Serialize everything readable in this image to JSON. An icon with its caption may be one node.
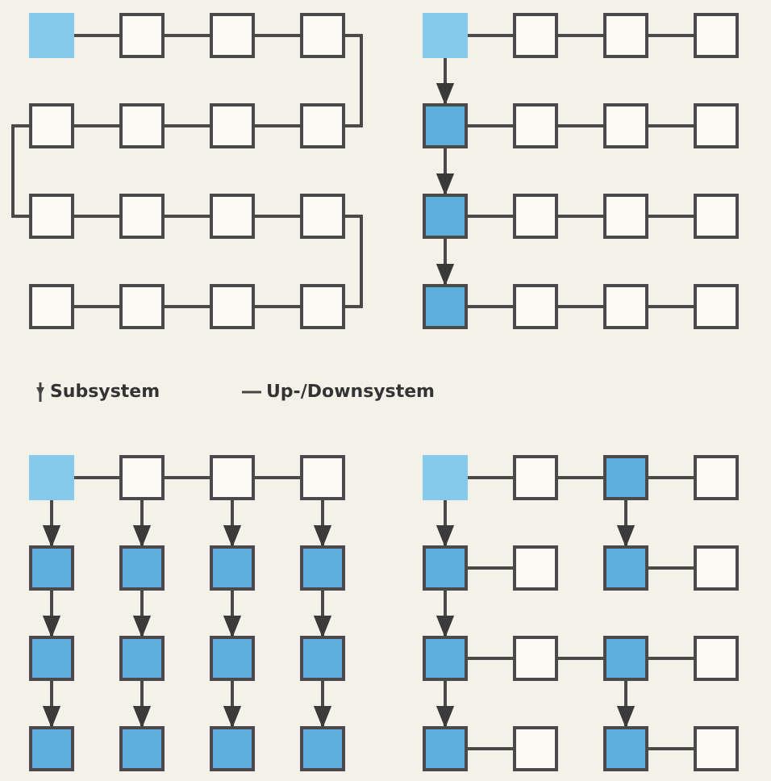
{
  "diagram": {
    "nodes": [
      {
        "text": [],
        "shape": "box"
      },
      {
        "text": [],
        "shape": "box"
      },
      {
        "text": [],
        "shape": "box"
      },
      {
        "text": [],
        "shape": "box"
      },
      {
        "text": [],
        "shape": "box"
      },
      {
        "text": [],
        "shape": "box"
      },
      {
        "text": [],
        "shape": "box"
      },
      {
        "text": [],
        "shape": "box"
      },
      {
        "text": [],
        "shape": "box"
      },
      {
        "text": [],
        "shape": "box"
      },
      {
        "text": [],
        "shape": "box"
      },
      {
        "text": [],
        "shape": "box"
      },
      {
        "text": [],
        "shape": "box"
      },
      {
        "text": [],
        "shape": "box"
      },
      {
        "text": [],
        "shape": "box"
      },
      {
        "text": [],
        "shape": "box"
      },
      {
        "text": [],
        "shape": "box"
      },
      {
        "text": [],
        "shape": "box"
      },
      {
        "text": [],
        "shape": "box"
      },
      {
        "text": [],
        "shape": "box"
      },
      {
        "text": [],
        "shape": "box"
      },
      {
        "text": [],
        "shape": "box"
      },
      {
        "text": [],
        "shape": "box"
      },
      {
        "text": [],
        "shape": "box"
      },
      {
        "text": [],
        "shape": "box"
      },
      {
        "text": [],
        "shape": "box"
      },
      {
        "text": [],
        "shape": "box"
      },
      {
        "text": [],
        "shape": "box"
      },
      {
        "text": [],
        "shape": "box"
      },
      {
        "text": [],
        "shape": "box"
      },
      {
        "text": [],
        "shape": "box"
      },
      {
        "text": [],
        "shape": "box"
      },
      {
        "text": [],
        "shape": "box"
      },
      {
        "text": [],
        "shape": "box"
      },
      {
        "text": [],
        "shape": "box"
      },
      {
        "text": [],
        "shape": "box"
      },
      {
        "text": [],
        "shape": "box"
      },
      {
        "text": [],
        "shape": "box"
      },
      {
        "text": [],
        "shape": "box"
      },
      {
        "text": [],
        "shape": "box"
      },
      {
        "text": [],
        "shape": "box"
      },
      {
        "text": [],
        "shape": "box"
      },
      {
        "text": [],
        "shape": "box"
      },
      {
        "text": [],
        "shape": "box"
      },
      {
        "text": [],
        "shape": "box"
      },
      {
        "text": [],
        "shape": "box"
      },
      {
        "text": [],
        "shape": "box"
      },
      {
        "text": [],
        "shape": "box"
      },
      {
        "text": [],
        "shape": "box"
      },
      {
        "text": [],
        "shape": "box"
      },
      {
        "text": [],
        "shape": "box"
      },
      {
        "text": [],
        "shape": "box"
      },
      {
        "text": [],
        "shape": "box"
      },
      {
        "text": [],
        "shape": "box"
      },
      {
        "text": [],
        "shape": "box"
      },
      {
        "text": [],
        "shape": "box"
      },
      {
        "text": [],
        "shape": "box"
      },
      {
        "text": [],
        "shape": "box"
      },
      {
        "text": [],
        "shape": "box"
      },
      {
        "text": [],
        "shape": "box"
      },
      {
        "text": [],
        "shape": "box"
      },
      {
        "text": [],
        "shape": "box"
      },
      {
        "text": [],
        "shape": "box"
      },
      {
        "text": [],
        "shape": "box"
      }
    ],
    "edges": [
      {
        "from": 0,
        "to": 1,
        "arrow": "none"
      },
      {
        "from": 1,
        "to": 2,
        "arrow": "none"
      },
      {
        "from": 2,
        "to": 3,
        "arrow": "none"
      },
      {
        "from": 3,
        "to": 7,
        "arrow": "none"
      },
      {
        "from": 4,
        "to": 5,
        "arrow": "none"
      },
      {
        "from": 5,
        "to": 6,
        "arrow": "none"
      },
      {
        "from": 6,
        "to": 7,
        "arrow": "none"
      },
      {
        "from": 4,
        "to": 8,
        "arrow": "none"
      },
      {
        "from": 8,
        "to": 9,
        "arrow": "none"
      },
      {
        "from": 9,
        "to": 10,
        "arrow": "none"
      },
      {
        "from": 10,
        "to": 11,
        "arrow": "none"
      },
      {
        "from": 11,
        "to": 15,
        "arrow": "none"
      },
      {
        "from": 12,
        "to": 13,
        "arrow": "none"
      },
      {
        "from": 13,
        "to": 14,
        "arrow": "none"
      },
      {
        "from": 14,
        "to": 15,
        "arrow": "none"
      },
      {
        "from": 16,
        "to": 17,
        "arrow": "none"
      },
      {
        "from": 17,
        "to": 18,
        "arrow": "none"
      },
      {
        "from": 18,
        "to": 19,
        "arrow": "none"
      },
      {
        "from": 16,
        "to": 20,
        "arrow": "to"
      },
      {
        "from": 20,
        "to": 21,
        "arrow": "none"
      },
      {
        "from": 21,
        "to": 22,
        "arrow": "none"
      },
      {
        "from": 22,
        "to": 23,
        "arrow": "none"
      },
      {
        "from": 20,
        "to": 24,
        "arrow": "to"
      },
      {
        "from": 24,
        "to": 25,
        "arrow": "none"
      },
      {
        "from": 25,
        "to": 26,
        "arrow": "none"
      },
      {
        "from": 26,
        "to": 27,
        "arrow": "none"
      },
      {
        "from": 24,
        "to": 28,
        "arrow": "to"
      },
      {
        "from": 28,
        "to": 29,
        "arrow": "none"
      },
      {
        "from": 29,
        "to": 30,
        "arrow": "none"
      },
      {
        "from": 30,
        "to": 31,
        "arrow": "none"
      },
      {
        "from": 32,
        "to": 33,
        "arrow": "none"
      },
      {
        "from": 33,
        "to": 34,
        "arrow": "none"
      },
      {
        "from": 34,
        "to": 35,
        "arrow": "none"
      },
      {
        "from": 32,
        "to": 36,
        "arrow": "to"
      },
      {
        "from": 33,
        "to": 37,
        "arrow": "to"
      },
      {
        "from": 34,
        "to": 38,
        "arrow": "to"
      },
      {
        "from": 35,
        "to": 39,
        "arrow": "to"
      },
      {
        "from": 36,
        "to": 40,
        "arrow": "to"
      },
      {
        "from": 37,
        "to": 41,
        "arrow": "to"
      },
      {
        "from": 38,
        "to": 42,
        "arrow": "to"
      },
      {
        "from": 39,
        "to": 43,
        "arrow": "to"
      },
      {
        "from": 40,
        "to": 44,
        "arrow": "to"
      },
      {
        "from": 41,
        "to": 45,
        "arrow": "to"
      },
      {
        "from": 42,
        "to": 46,
        "arrow": "to"
      },
      {
        "from": 43,
        "to": 47,
        "arrow": "to"
      },
      {
        "from": 48,
        "to": 49,
        "arrow": "none"
      },
      {
        "from": 49,
        "to": 50,
        "arrow": "none"
      },
      {
        "from": 50,
        "to": 51,
        "arrow": "none"
      },
      {
        "from": 48,
        "to": 52,
        "arrow": "to"
      },
      {
        "from": 50,
        "to": 54,
        "arrow": "to"
      },
      {
        "from": 52,
        "to": 53,
        "arrow": "none"
      },
      {
        "from": 54,
        "to": 55,
        "arrow": "none"
      },
      {
        "from": 52,
        "to": 56,
        "arrow": "to"
      },
      {
        "from": 56,
        "to": 57,
        "arrow": "none"
      },
      {
        "from": 57,
        "to": 58,
        "arrow": "none"
      },
      {
        "from": 58,
        "to": 59,
        "arrow": "none"
      },
      {
        "from": 56,
        "to": 60,
        "arrow": "to"
      },
      {
        "from": 58,
        "to": 62,
        "arrow": "to"
      },
      {
        "from": 60,
        "to": 61,
        "arrow": "none"
      },
      {
        "from": 62,
        "to": 63,
        "arrow": "none"
      }
    ],
    "legend": [
      {
        "text": "Subsystem"
      },
      {
        "text": "Up-/Downsystem"
      }
    ]
  }
}
